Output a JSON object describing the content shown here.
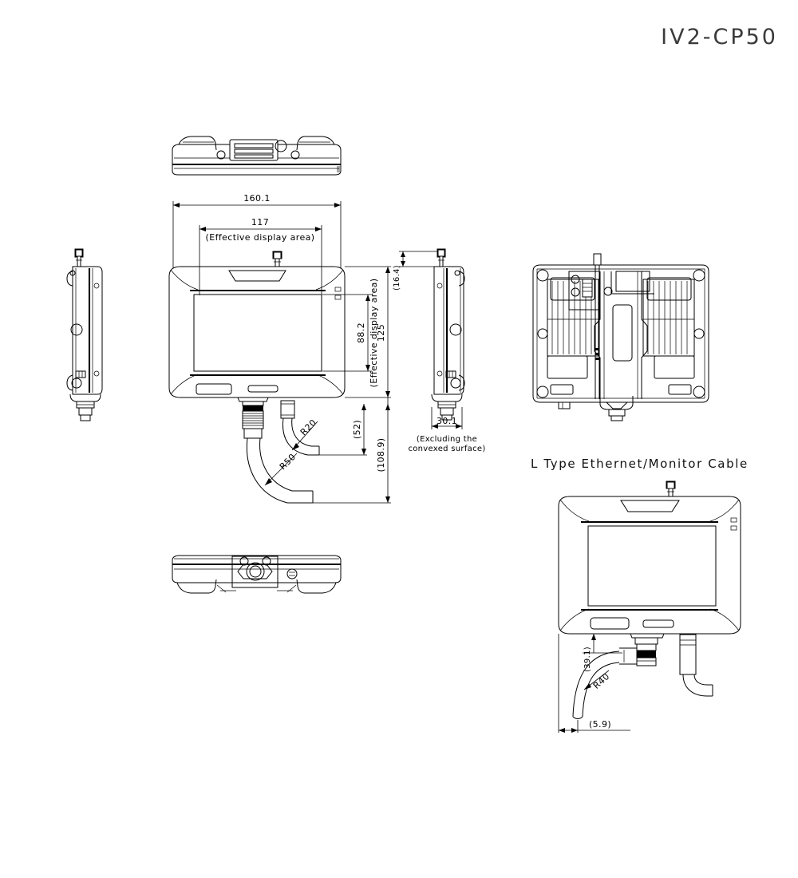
{
  "drawing": {
    "title": "IV2-CP50",
    "section_heading": "L Type Ethernet/Monitor Cable",
    "background_color": "#ffffff",
    "line_color": "#000000",
    "title_color": "#3a3a3a"
  },
  "dimensions": {
    "overall_width": "160.1",
    "effective_display_width": "117",
    "effective_display_width_note": "(Effective display area)",
    "effective_display_height": "88.2",
    "effective_display_height_note": "(Effective display area)",
    "overall_height": "125",
    "depth": "30.1",
    "depth_note_line1": "(Excluding the",
    "depth_note_line2": "convexed surface)",
    "top_protrusion": "(16.4)",
    "cable_drop_short": "(52)",
    "cable_drop_total": "(108.9)",
    "radius_small": "R20",
    "radius_large": "R50",
    "l_cable_drop": "(39.1)",
    "l_cable_radius": "R40",
    "l_cable_offset": "(5.9)"
  },
  "views": {
    "top": "top-view",
    "left_side": "left-side-view",
    "front": "front-view",
    "right_side": "right-side-view",
    "rear": "rear-view",
    "bottom": "bottom-view",
    "l_cable_front": "l-cable-front-view"
  }
}
